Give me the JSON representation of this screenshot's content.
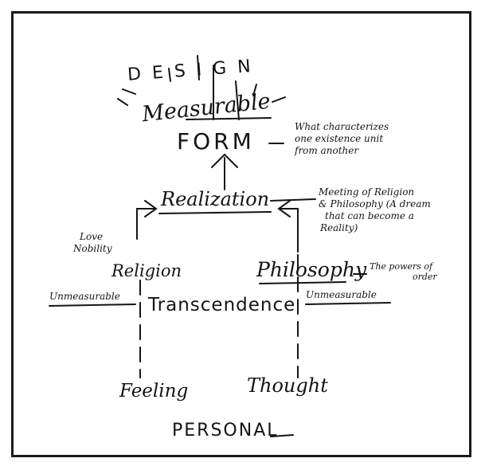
{
  "diagram": {
    "design": "DESIGN",
    "measurable": "Measurable",
    "form": "FORM",
    "form_note": [
      "What characterizes",
      "one existence unit",
      "from another"
    ],
    "realization": "Realization",
    "realization_note": [
      "Meeting of Religion",
      "& Philosophy (A dream",
      "that can become a",
      "Reality)"
    ],
    "love_nobility": [
      "Love",
      "Nobility"
    ],
    "religion": "Religion",
    "philosophy": "Philosophy",
    "philosophy_note": [
      "The powers of",
      "order"
    ],
    "unmeasurable_left": "Unmeasurable",
    "unmeasurable_right": "Unmeasurable",
    "transcendence": "Transcendence",
    "feeling": "Feeling",
    "thought": "Thought",
    "personal": "PERSONAL"
  },
  "colors": {
    "ink": "#141414",
    "paper": "#ffffff"
  }
}
